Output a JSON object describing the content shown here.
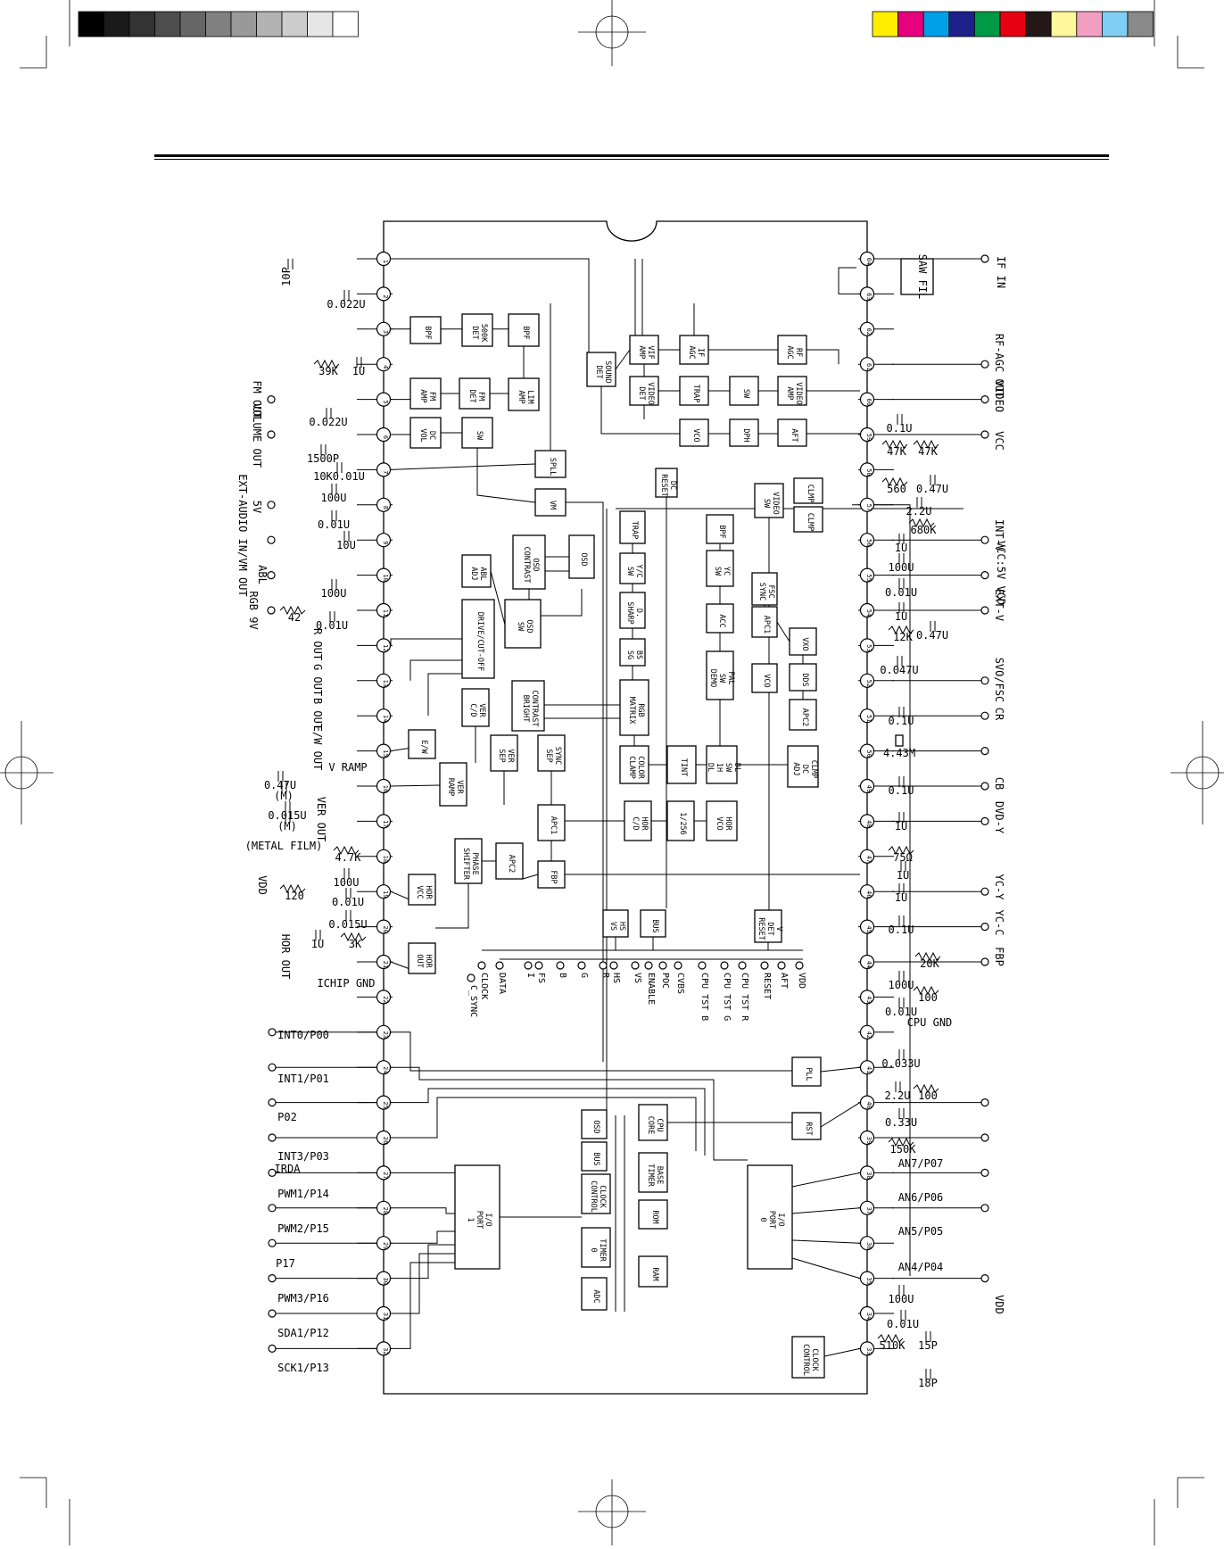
{
  "color_bar": {
    "grays": [
      "#000000",
      "#1a1a1a",
      "#333333",
      "#4d4d4d",
      "#666666",
      "#808080",
      "#999999",
      "#b3b3b3",
      "#cccccc",
      "#e6e6e6",
      "#ffffff"
    ],
    "colors": [
      "#ffee00",
      "#e6007e",
      "#00a0e9",
      "#1d2088",
      "#009944",
      "#e60012",
      "#231815",
      "#fff799",
      "#f19ec2",
      "#7ecef4",
      "#898989"
    ]
  },
  "ic": {
    "left_pins": [
      "1",
      "2",
      "3",
      "4",
      "5",
      "6",
      "7",
      "8",
      "9",
      "10",
      "11",
      "12",
      "13",
      "14",
      "15",
      "16",
      "17",
      "18",
      "19",
      "20",
      "21",
      "22",
      "23",
      "24",
      "25",
      "26",
      "27",
      "28",
      "29",
      "30",
      "31",
      "32"
    ],
    "right_pins": [
      "64",
      "63",
      "62",
      "61",
      "60",
      "59",
      "58",
      "57",
      "56",
      "55",
      "54",
      "53",
      "52",
      "51",
      "50",
      "49",
      "48",
      "47",
      "46",
      "45",
      "44",
      "43",
      "42",
      "41",
      "40",
      "39",
      "38",
      "37",
      "36",
      "35",
      "34",
      "33"
    ]
  },
  "blocks": [
    {
      "id": "bpf-a",
      "label": "BPF"
    },
    {
      "id": "500k-det",
      "label": "500K DET"
    },
    {
      "id": "bpf-b",
      "label": "BPF"
    },
    {
      "id": "fm-amp",
      "label": "FM AMP"
    },
    {
      "id": "fm-det",
      "label": "FM DET"
    },
    {
      "id": "lim-amp",
      "label": "LIM AMP"
    },
    {
      "id": "dc-vol",
      "label": "DC VOL"
    },
    {
      "id": "sw-audio",
      "label": "SW"
    },
    {
      "id": "spll",
      "label": "SPLL"
    },
    {
      "id": "vm",
      "label": "VM"
    },
    {
      "id": "sound-det",
      "label": "SOUND DET"
    },
    {
      "id": "vif-amp",
      "label": "VIF AMP"
    },
    {
      "id": "if-agc",
      "label": "IF AGC"
    },
    {
      "id": "rf-agc",
      "label": "RF AGC"
    },
    {
      "id": "video-det",
      "label": "VIDEO DET"
    },
    {
      "id": "trap-a",
      "label": "TRAP"
    },
    {
      "id": "sw-video",
      "label": "SW"
    },
    {
      "id": "video-amp",
      "label": "VIDEO AMP"
    },
    {
      "id": "vco-a",
      "label": "VCO"
    },
    {
      "id": "dph",
      "label": "DPH"
    },
    {
      "id": "aft",
      "label": "AFT"
    },
    {
      "id": "dc-reset",
      "label": "DC RESET"
    },
    {
      "id": "video-sw",
      "label": "VIDEO SW"
    },
    {
      "id": "clmp",
      "label": "CLMP"
    },
    {
      "id": "clmp-b",
      "label": "CLMP"
    },
    {
      "id": "trap-b",
      "label": "TRAP"
    },
    {
      "id": "bpf-c",
      "label": "BPF"
    },
    {
      "id": "yc-sw",
      "label": "YC SW"
    },
    {
      "id": "acc",
      "label": "ACC"
    },
    {
      "id": "fsc-sync",
      "label": "FSC SYNC"
    },
    {
      "id": "apc1-a",
      "label": "APC1"
    },
    {
      "id": "vxo",
      "label": "VXO"
    },
    {
      "id": "dds",
      "label": "DDS"
    },
    {
      "id": "apc2-a",
      "label": "APC2"
    },
    {
      "id": "vco-b",
      "label": "VCO"
    },
    {
      "id": "pal-sw-demo",
      "label": "PAL SW DEMO"
    },
    {
      "id": "yc-sw-b",
      "label": "Y/C SW"
    },
    {
      "id": "d-sharp",
      "label": "D. SHARP"
    },
    {
      "id": "bs-sg",
      "label": "BS SG"
    },
    {
      "id": "osd",
      "label": "OSD"
    },
    {
      "id": "osd-contrast",
      "label": "OSD CONTRAST"
    },
    {
      "id": "abl-adj",
      "label": "ABL ADJ"
    },
    {
      "id": "osd-sw",
      "label": "OSD SW"
    },
    {
      "id": "drive-cut-off",
      "label": "DRIVE/CUT-OFF"
    },
    {
      "id": "contrast-bright",
      "label": "CONTRAST BRIGHT"
    },
    {
      "id": "rgb-matrix",
      "label": "RGB MATRIX"
    },
    {
      "id": "ver-cd",
      "label": "VER C/D"
    },
    {
      "id": "ew",
      "label": "E/W"
    },
    {
      "id": "ver-sep",
      "label": "VER SEP"
    },
    {
      "id": "sync-sep",
      "label": "SYNC SEP"
    },
    {
      "id": "color-clamp",
      "label": "COLOR CLAMP"
    },
    {
      "id": "tint",
      "label": "TINT"
    },
    {
      "id": "dl-sw",
      "label": "DL SW 1H DL"
    },
    {
      "id": "clmp-dc-adj",
      "label": "CLMP DC ADJ"
    },
    {
      "id": "ver-ramp",
      "label": "VER RAMP"
    },
    {
      "id": "apc1-b",
      "label": "APC1"
    },
    {
      "id": "hor-cd",
      "label": "HOR C/D"
    },
    {
      "id": "div256",
      "label": "1/256"
    },
    {
      "id": "hor-vco-a",
      "label": "HOR VCO"
    },
    {
      "id": "phase-shifter",
      "label": "PHASE SHIFTER"
    },
    {
      "id": "apc2-b",
      "label": "APC2"
    },
    {
      "id": "fbp",
      "label": "FBP"
    },
    {
      "id": "hor-vcc",
      "label": "HOR VCC"
    },
    {
      "id": "hor-out",
      "label": "HOR OUT"
    },
    {
      "id": "hs-vs",
      "label": "HS VS"
    },
    {
      "id": "bus-a",
      "label": "BUS"
    },
    {
      "id": "v-det-reset",
      "label": "V DET RESET"
    },
    {
      "id": "pll",
      "label": "PLL"
    },
    {
      "id": "rst",
      "label": "RST"
    },
    {
      "id": "osd-cpu",
      "label": "OSD"
    },
    {
      "id": "cpu-core",
      "label": "CPU CORE"
    },
    {
      "id": "bus-b",
      "label": "BUS"
    },
    {
      "id": "base-timer",
      "label": "BASE TIMER"
    },
    {
      "id": "clock-control-a",
      "label": "CLOCK CONTROL"
    },
    {
      "id": "rom",
      "label": "ROM"
    },
    {
      "id": "io-port1",
      "label": "I/O PORT 1"
    },
    {
      "id": "io-port0",
      "label": "I/O PORT 0"
    },
    {
      "id": "timer0",
      "label": "TIMER 0"
    },
    {
      "id": "ram",
      "label": "RAM"
    },
    {
      "id": "adc",
      "label": "ADC"
    },
    {
      "id": "clock-control-b",
      "label": "CLOCK CONTROL"
    }
  ],
  "bus_signals": [
    "CLOCK",
    "C_SYNC",
    "DATA",
    "I",
    "FS",
    "B",
    "G",
    "R",
    "HS",
    "VS",
    "ENABLE",
    "POC",
    "CVBS",
    "CPU TST B",
    "CPU TST G",
    "CPU TST R",
    "RESET",
    "AFT",
    "VDD"
  ],
  "components": [
    {
      "id": "c-10p",
      "label": "10P"
    },
    {
      "id": "c-pin2",
      "label": "0.022U"
    },
    {
      "id": "r-39k",
      "label": "39K"
    },
    {
      "id": "c-1u-pin4",
      "label": "1U"
    },
    {
      "id": "c-pin5",
      "label": "0.022U"
    },
    {
      "id": "c-1500p",
      "label": "1500P"
    },
    {
      "id": "rc-pin7",
      "label": "10K0.01U"
    },
    {
      "id": "c-100u-pin8",
      "label": "100U"
    },
    {
      "id": "c-001u-pin8",
      "label": "0.01U"
    },
    {
      "id": "c-10u-pin9",
      "label": "10U"
    },
    {
      "id": "c-100u-pin11",
      "label": "100U"
    },
    {
      "id": "r-42",
      "label": "42"
    },
    {
      "id": "c-001u-pin11",
      "label": "0.01U"
    },
    {
      "id": "c-047u-pin16",
      "label": "0.47U"
    },
    {
      "id": "c-m1",
      "label": "(M)"
    },
    {
      "id": "c-0015u-pin17",
      "label": "0.015U"
    },
    {
      "id": "c-m2",
      "label": "(M)"
    },
    {
      "id": "r-47k-pin18",
      "label": "4.7K"
    },
    {
      "id": "c-100u-pin19",
      "label": "100U"
    },
    {
      "id": "r-120",
      "label": "120"
    },
    {
      "id": "c-001u-pin19",
      "label": "0.01U"
    },
    {
      "id": "c-0015u-pin20",
      "label": "0.015U"
    },
    {
      "id": "c-1u-pin20",
      "label": "1U"
    },
    {
      "id": "r-3k",
      "label": "3K"
    },
    {
      "id": "c-01u-pin59",
      "label": "0.1U"
    },
    {
      "id": "r-47k-a",
      "label": "47K"
    },
    {
      "id": "r-47k-b",
      "label": "47K"
    },
    {
      "id": "r-560",
      "label": "560"
    },
    {
      "id": "c-047u-pin58",
      "label": "0.47U"
    },
    {
      "id": "c-22u-pin57",
      "label": "2.2U"
    },
    {
      "id": "r-680k",
      "label": "680K"
    },
    {
      "id": "c-1u-pin56",
      "label": "1U"
    },
    {
      "id": "c-100u-pin55",
      "label": "100U"
    },
    {
      "id": "c-001u-pin55",
      "label": "0.01U"
    },
    {
      "id": "c-1u-pin54",
      "label": "1U"
    },
    {
      "id": "r-12k",
      "label": "12K"
    },
    {
      "id": "c-047u-pin53",
      "label": "0.47U"
    },
    {
      "id": "c-0047u-pin52",
      "label": "0.047U"
    },
    {
      "id": "c-01u-pin51",
      "label": "0.1U"
    },
    {
      "id": "x-443m",
      "label": "4.43M"
    },
    {
      "id": "c-01u-pin49",
      "label": "0.1U"
    },
    {
      "id": "c-1u-pin48",
      "label": "1U"
    },
    {
      "id": "r-75",
      "label": "75Ω"
    },
    {
      "id": "c-1u-pin47",
      "label": "1U"
    },
    {
      "id": "c-1u-pin46",
      "label": "1U"
    },
    {
      "id": "c-01u-pin45",
      "label": "0.1U"
    },
    {
      "id": "r-20k",
      "label": "20K"
    },
    {
      "id": "c-100u-pin43",
      "label": "100U"
    },
    {
      "id": "r-100-pin43",
      "label": "100"
    },
    {
      "id": "c-001u-pin43",
      "label": "0.01U"
    },
    {
      "id": "c-0033u-pin41",
      "label": "0.033U"
    },
    {
      "id": "c-22u-pin41",
      "label": "2.2U"
    },
    {
      "id": "r-100-pin41",
      "label": "100"
    },
    {
      "id": "c-033u-pin40",
      "label": "0.33U"
    },
    {
      "id": "r-150k",
      "label": "150K"
    },
    {
      "id": "c-100u-pin35",
      "label": "100U"
    },
    {
      "id": "c-001u-pin35",
      "label": "0.01U"
    },
    {
      "id": "r-510k",
      "label": "510K"
    },
    {
      "id": "c-15p",
      "label": "15P"
    },
    {
      "id": "c-18p",
      "label": "18P"
    }
  ],
  "left_labels": [
    {
      "id": "lbl-fm-out",
      "text": "FM OUT"
    },
    {
      "id": "lbl-volume-out",
      "text": "VOLUME OUT"
    },
    {
      "id": "lbl-5v",
      "text": "5V"
    },
    {
      "id": "lbl-ext-audio",
      "text": "EXT-AUDIO IN/VM OUT"
    },
    {
      "id": "lbl-abl",
      "text": "ABL"
    },
    {
      "id": "lbl-rgb",
      "text": "RGB 9V"
    },
    {
      "id": "lbl-r-out",
      "text": "R OUT"
    },
    {
      "id": "lbl-g-out",
      "text": "G OUT"
    },
    {
      "id": "lbl-b-out",
      "text": "B OUT"
    },
    {
      "id": "lbl-ew-out",
      "text": "E/W OUT"
    },
    {
      "id": "lbl-v-ramp",
      "text": "V RAMP"
    },
    {
      "id": "lbl-ver-out",
      "text": "VER OUT"
    },
    {
      "id": "lbl-metal-film",
      "text": "(METAL FILM)"
    },
    {
      "id": "lbl-vdd-left",
      "text": "VDD"
    },
    {
      "id": "lbl-hor-out",
      "text": "HOR OUT"
    },
    {
      "id": "lbl-ichip-gnd",
      "text": "ICHIP GND"
    },
    {
      "id": "lbl-int0",
      "text": "INT0/P00"
    },
    {
      "id": "lbl-int1",
      "text": "INT1/P01"
    },
    {
      "id": "lbl-p02",
      "text": "P02"
    },
    {
      "id": "lbl-int3",
      "text": "INT3/P03"
    },
    {
      "id": "lbl-irda",
      "text": "IRDA"
    },
    {
      "id": "lbl-pwm1",
      "text": "PWM1/P14"
    },
    {
      "id": "lbl-pwm2",
      "text": "PWM2/P15"
    },
    {
      "id": "lbl-p17",
      "text": "P17"
    },
    {
      "id": "lbl-pwm3",
      "text": "PWM3/P16"
    },
    {
      "id": "lbl-sda1",
      "text": "SDA1/P12"
    },
    {
      "id": "lbl-sck1",
      "text": "SCK1/P13"
    }
  ],
  "right_labels": [
    {
      "id": "lbl-if-in",
      "text": "IF IN"
    },
    {
      "id": "lbl-rf-agc-out",
      "text": "RF-AGC OUT"
    },
    {
      "id": "lbl-video",
      "text": "VIDEO"
    },
    {
      "id": "lbl-vcc",
      "text": "VCC"
    },
    {
      "id": "lbl-int-v",
      "text": "INT-V"
    },
    {
      "id": "lbl-vcc5v",
      "text": "VCC:5V VCD"
    },
    {
      "id": "lbl-ext-v",
      "text": "EXT-V"
    },
    {
      "id": "lbl-svo-fsc",
      "text": "SVO/FSC"
    },
    {
      "id": "lbl-cr",
      "text": "CR"
    },
    {
      "id": "lbl-cb",
      "text": "CB"
    },
    {
      "id": "lbl-dvd-y",
      "text": "DVD-Y"
    },
    {
      "id": "lbl-yc-y",
      "text": "YC-Y"
    },
    {
      "id": "lbl-yc-c",
      "text": "YC-C"
    },
    {
      "id": "lbl-fbp",
      "text": "FBP"
    },
    {
      "id": "lbl-cpu-gnd",
      "text": "CPU GND"
    },
    {
      "id": "lbl-an7",
      "text": "AN7/P07"
    },
    {
      "id": "lbl-an6",
      "text": "AN6/P06"
    },
    {
      "id": "lbl-an5",
      "text": "AN5/P05"
    },
    {
      "id": "lbl-an4",
      "text": "AN4/P04"
    },
    {
      "id": "lbl-vdd-right",
      "text": "VDD"
    },
    {
      "id": "lbl-saw-filter",
      "text": "SAW FIL"
    }
  ]
}
